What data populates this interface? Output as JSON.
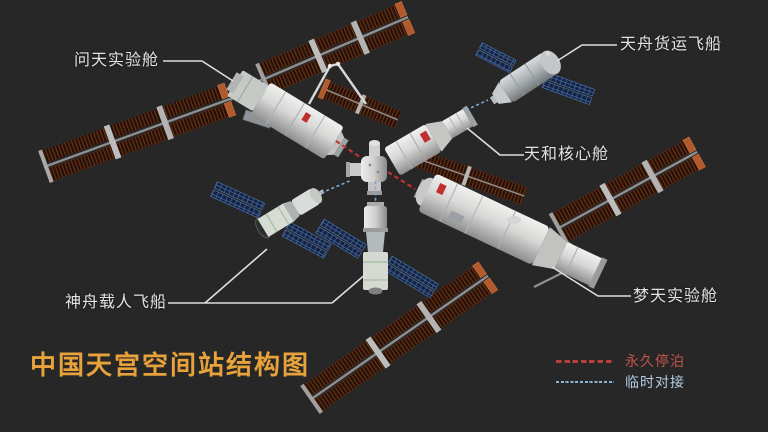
{
  "diagram": {
    "title": "中国天宫空间站结构图",
    "labels": {
      "wentian": "问天实验舱",
      "tianzhou_cargo": "天舟货运飞船",
      "tianhe_core": "天和核心舱",
      "shenzhou_crew": "神舟载人飞船",
      "mengtian": "梦天实验舱"
    },
    "legend": {
      "permanent": {
        "label": "永久停泊",
        "line_style": "dashed",
        "color": "#c4524e",
        "line_color": "#b5403c"
      },
      "temporary": {
        "label": "临时对接",
        "line_style": "dashed",
        "color": "#b3cde4",
        "line_color": "#8fb3cf"
      }
    },
    "colors": {
      "background": "#272727",
      "title": "#e7a23b",
      "label_text": "#e3e3e3",
      "permanent_link": "#c23330",
      "temporary_link": "#7fa8cc",
      "solar_wing": "#6f3118",
      "wing_bracket": "#b05a2e"
    }
  }
}
